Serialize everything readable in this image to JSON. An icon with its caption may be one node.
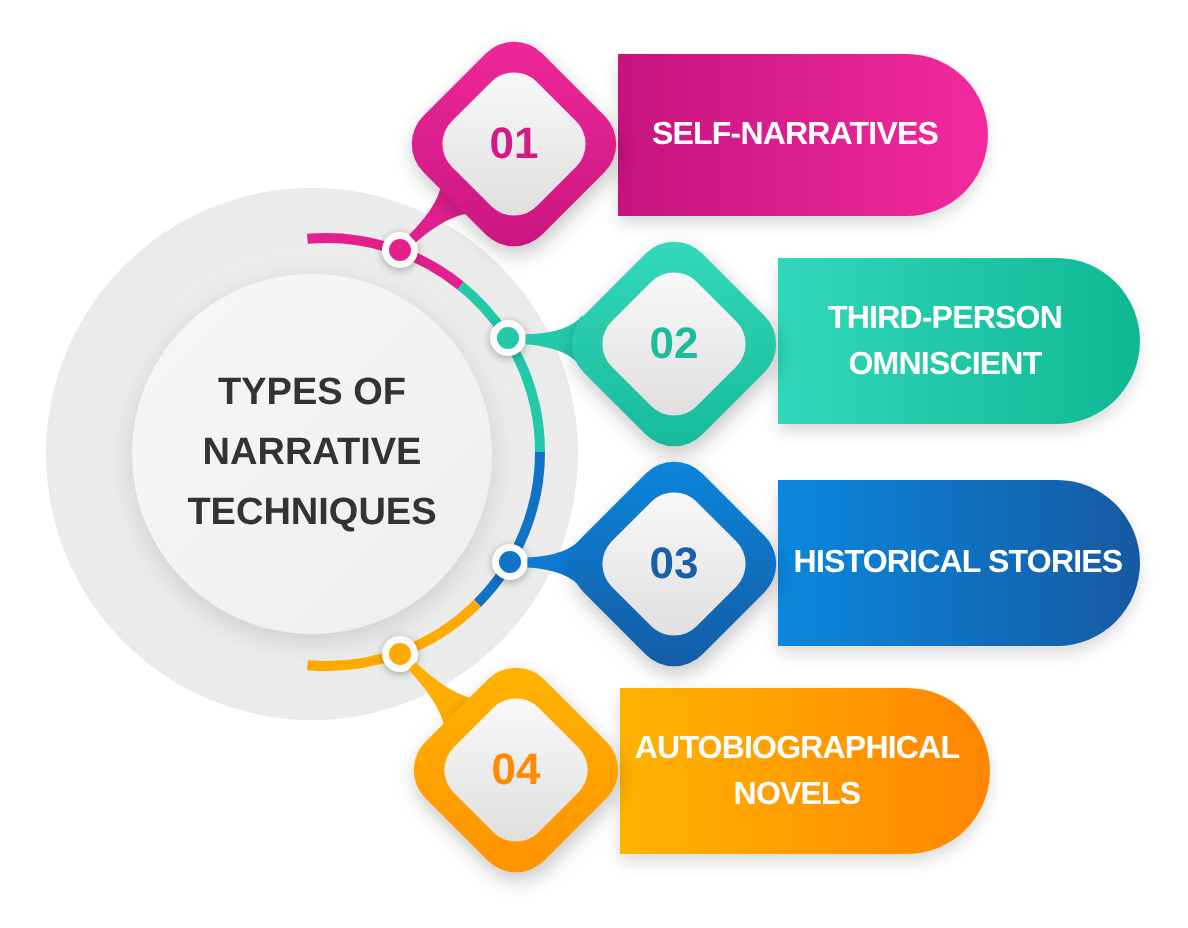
{
  "diagram": {
    "nodes": [
      {
        "text": [
          "TYPES OF NARRATIVE TECHNIQUES"
        ]
      },
      {
        "text": [],
        "shape": "circle",
        "in": 0
      },
      {
        "text": [],
        "shape": "circle",
        "in": 0
      },
      {
        "text": [],
        "shape": "circle",
        "in": 0
      },
      {
        "text": [],
        "shape": "circle",
        "in": 0
      },
      {
        "text": [
          "01"
        ]
      },
      {
        "text": [
          "SELF-NARRATIVES"
        ]
      },
      {
        "text": [
          "02"
        ]
      },
      {
        "text": [
          "THIRD-PERSON OMNISCIENT"
        ]
      },
      {
        "text": [
          "03"
        ]
      },
      {
        "text": [
          "HISTORICAL STORIES"
        ]
      },
      {
        "text": [
          "04"
        ]
      },
      {
        "text": [
          "AUTOBIOGRAPHICAL NOVELS"
        ]
      }
    ],
    "edges": [
      {
        "from": 1,
        "to": 5,
        "arrow": "none",
        "color": "#e0208d"
      },
      {
        "from": 2,
        "to": 7,
        "arrow": "none",
        "color": "#22c9aa"
      },
      {
        "from": 3,
        "to": 9,
        "arrow": "none",
        "color": "#0f7ad2"
      },
      {
        "from": 4,
        "to": 11,
        "arrow": "none",
        "color": "#ffae00"
      }
    ]
  }
}
